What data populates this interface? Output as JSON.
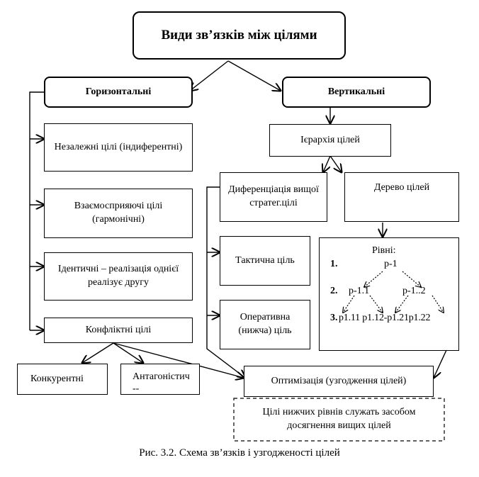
{
  "title": "Види зв’язків між цілями",
  "horizontal": {
    "label": "Горизонтальні",
    "items": [
      "Незалежні цілі (індиферентні)",
      "Взаємосприяючі  цілі (гармонічні)",
      "Ідентичні – реалізація однієї реалізує другу",
      "Конфліктні цілі"
    ],
    "conflict_types": [
      "Конкурентні",
      "Антагоністич --"
    ]
  },
  "vertical": {
    "label": "Вертикальні",
    "hierarchy": "Ієрархія цілей",
    "differentiation": "Диференціація вищої стратег.цілі",
    "tree": "Дерево цілей",
    "tactical": "Тактична ціль",
    "operational": "Оперативна (нижча) ціль",
    "levels": {
      "heading": "Рівні:",
      "row1_num": "1.",
      "row1_node": "р-1",
      "row2_num": "2.",
      "row2_node_a": "р-1.1",
      "row2_node_b": "р-1..2",
      "row3_num": "3.",
      "row3_nodes": "р1.11 р1.12-р1.21р1.22"
    }
  },
  "optimization": "Оптимізація (узгодження цілей)",
  "conclusion": "Цілі нижчих рівнів служать засобом досягнення вищих цілей",
  "caption": "Рис. 3.2. Схема зв’язків і узгодженості цілей"
}
